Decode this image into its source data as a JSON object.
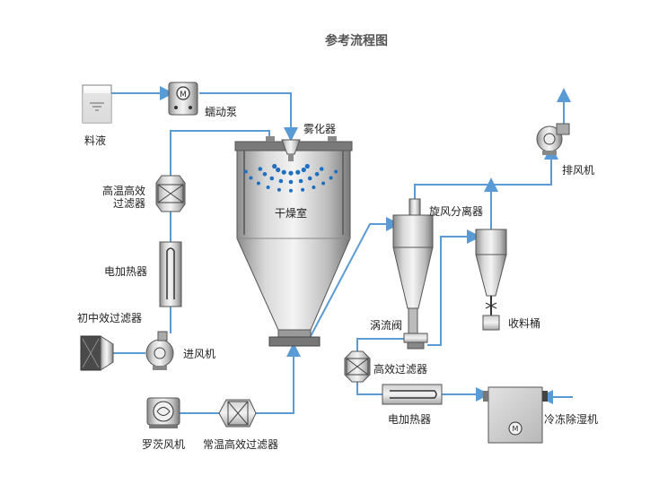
{
  "title": "参考流程图",
  "labels": {
    "feed_liquid": "料液",
    "peristaltic_pump": "蠕动泵",
    "atomizer": "雾化器",
    "drying_chamber": "干燥室",
    "hi_temp_hepa": "高温高效\n过滤器",
    "electric_heater_left": "电加热器",
    "primary_filter": "初中效过滤器",
    "inlet_fan": "进风机",
    "roots_blower": "罗茨风机",
    "room_temp_hepa": "常温高效过滤器",
    "cyclone": "旋风分离器",
    "exhaust_fan": "排风机",
    "collection_barrel": "收料桶",
    "vortex_valve": "涡流阀",
    "hepa_filter": "高效过滤器",
    "electric_heater_bottom": "电加热器",
    "freeze_dehumidifier": "冷冻除湿机"
  },
  "colors": {
    "pipe": "#5b9bd5",
    "equipment_dark": "#6b6b6b",
    "equipment_mid": "#a9a9a9",
    "equipment_light": "#e6e6e6",
    "spray_dots": "#1f6fc0"
  }
}
